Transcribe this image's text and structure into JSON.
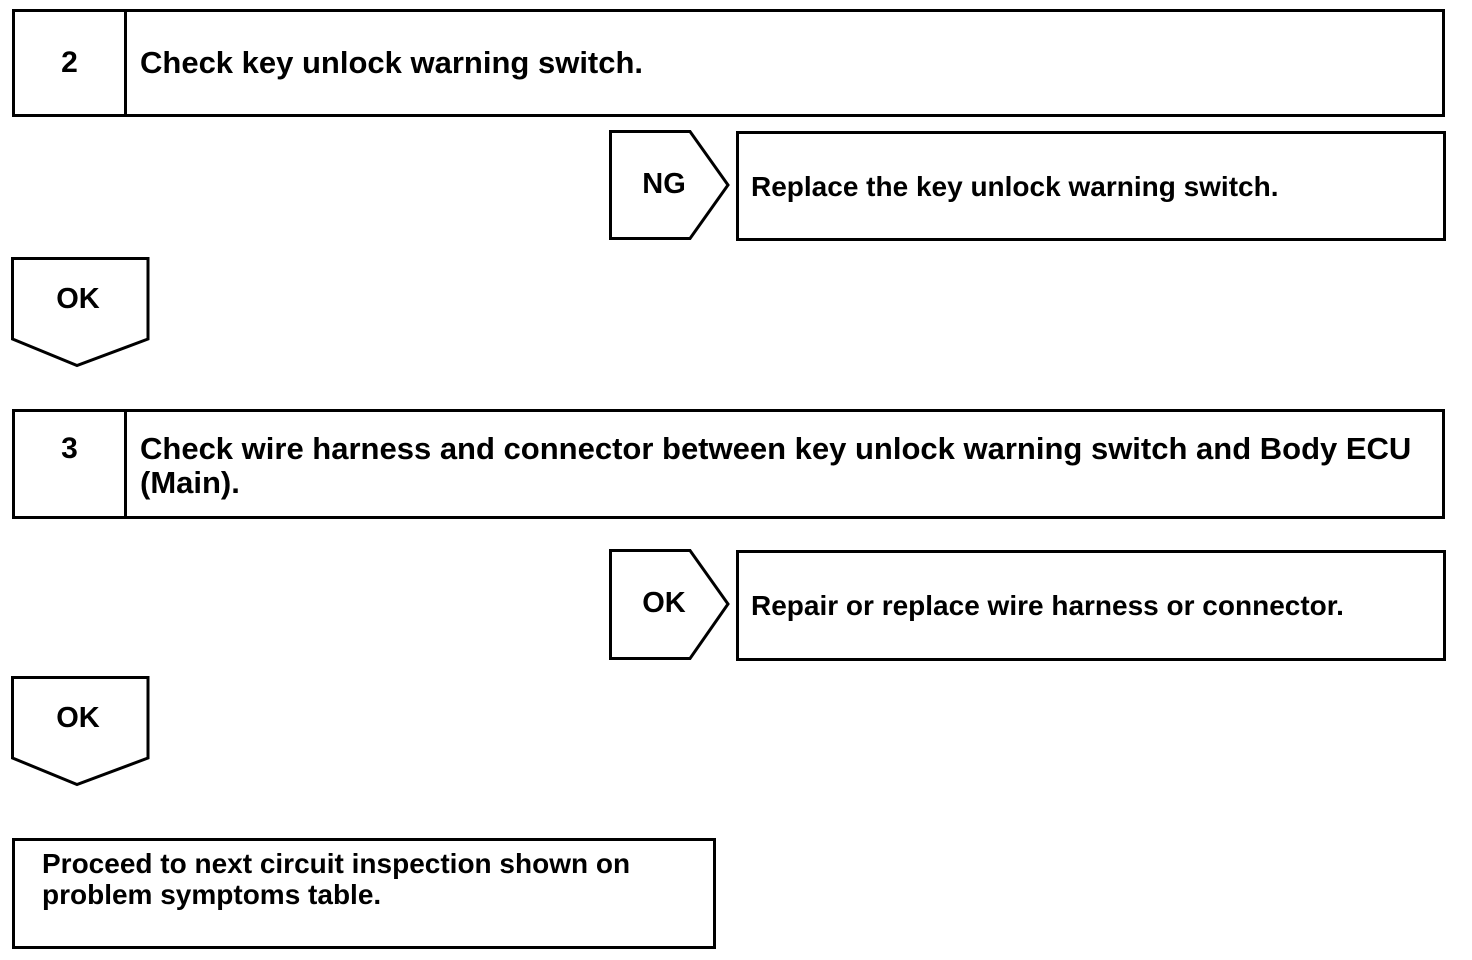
{
  "steps": [
    {
      "number": "2",
      "text": "Check key unlock warning switch."
    },
    {
      "number": "3",
      "text": "Check wire harness and connector between key unlock warning switch and Body ECU (Main)."
    }
  ],
  "branches": [
    {
      "label": "NG",
      "action": "Replace the key unlock warning switch."
    },
    {
      "label": "OK",
      "action": "Repair or replace wire harness or connector."
    }
  ],
  "down_arrows": [
    {
      "label": "OK"
    },
    {
      "label": "OK"
    }
  ],
  "final": {
    "text": "Proceed to next circuit inspection shown on problem symptoms table."
  }
}
